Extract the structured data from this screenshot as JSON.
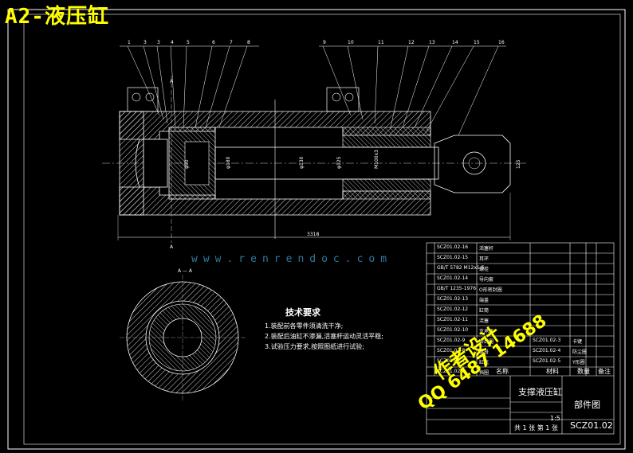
{
  "header": {
    "title": "A2-液压缸"
  },
  "drawing": {
    "part_numbers": [
      "1",
      "3",
      "3",
      "4",
      "5",
      "6",
      "7",
      "8",
      "9",
      "10",
      "11",
      "12",
      "13",
      "14",
      "15",
      "16"
    ],
    "section_mark": "A",
    "section_label": "A — A",
    "overall_length": "3318",
    "dim_labels": [
      "φ180",
      "φ130",
      "φ125",
      "M100x3",
      "125",
      "φ90"
    ]
  },
  "tech_requirements": {
    "title": "技术要求",
    "lines": [
      "1.装配前各零件须清洗干净;",
      "2.装配后油缸不渗漏,活塞杆运动灵活平稳;",
      "3.试验压力要求,按照图纸进行试验;"
    ]
  },
  "title_block": {
    "drawing_name": "支撑液压缸",
    "drawing_type": "部件图",
    "drawing_code": "SCZ01.02",
    "col_name": "名称",
    "col_material": "材料",
    "col_qty": "数量",
    "col_remark": "备注",
    "scale": "1:5",
    "sheet": "共 1 张 第 1 张",
    "parts_rows": [
      [
        "SCZ01.02-16",
        "活塞杆"
      ],
      [
        "SCZ01.02-15",
        "耳环"
      ],
      [
        "GB/T 5782 M12x1.5",
        "螺栓"
      ],
      [
        "SCZ01.02-14",
        "导向套"
      ],
      [
        "GB/T 1235-1976",
        "O形密封圈"
      ],
      [
        "SCZ01.02-13",
        "端盖"
      ],
      [
        "SCZ01.02-12",
        "缸筒"
      ],
      [
        "SCZ01.02-11",
        "活塞"
      ],
      [
        "SCZ01.02-10",
        "支承环"
      ],
      [
        "SCZ01.02-9",
        "密封圈"
      ],
      [
        "SCZ01.02-8",
        "螺母"
      ],
      [
        "SCZ01.02-7",
        "缸底"
      ],
      [
        "SCZ01.02-6",
        "挡圈"
      ],
      [
        "SCZ01.02-5",
        "Y形圈"
      ],
      [
        "SCZ01.02-4",
        "防尘圈"
      ],
      [
        "SCZ01.02-3",
        "卡键"
      ]
    ]
  },
  "watermarks": {
    "url": "www.renrendoc.com",
    "yellow_line1": "作者设计",
    "yellow_line2": "QQ 6487 14688"
  }
}
